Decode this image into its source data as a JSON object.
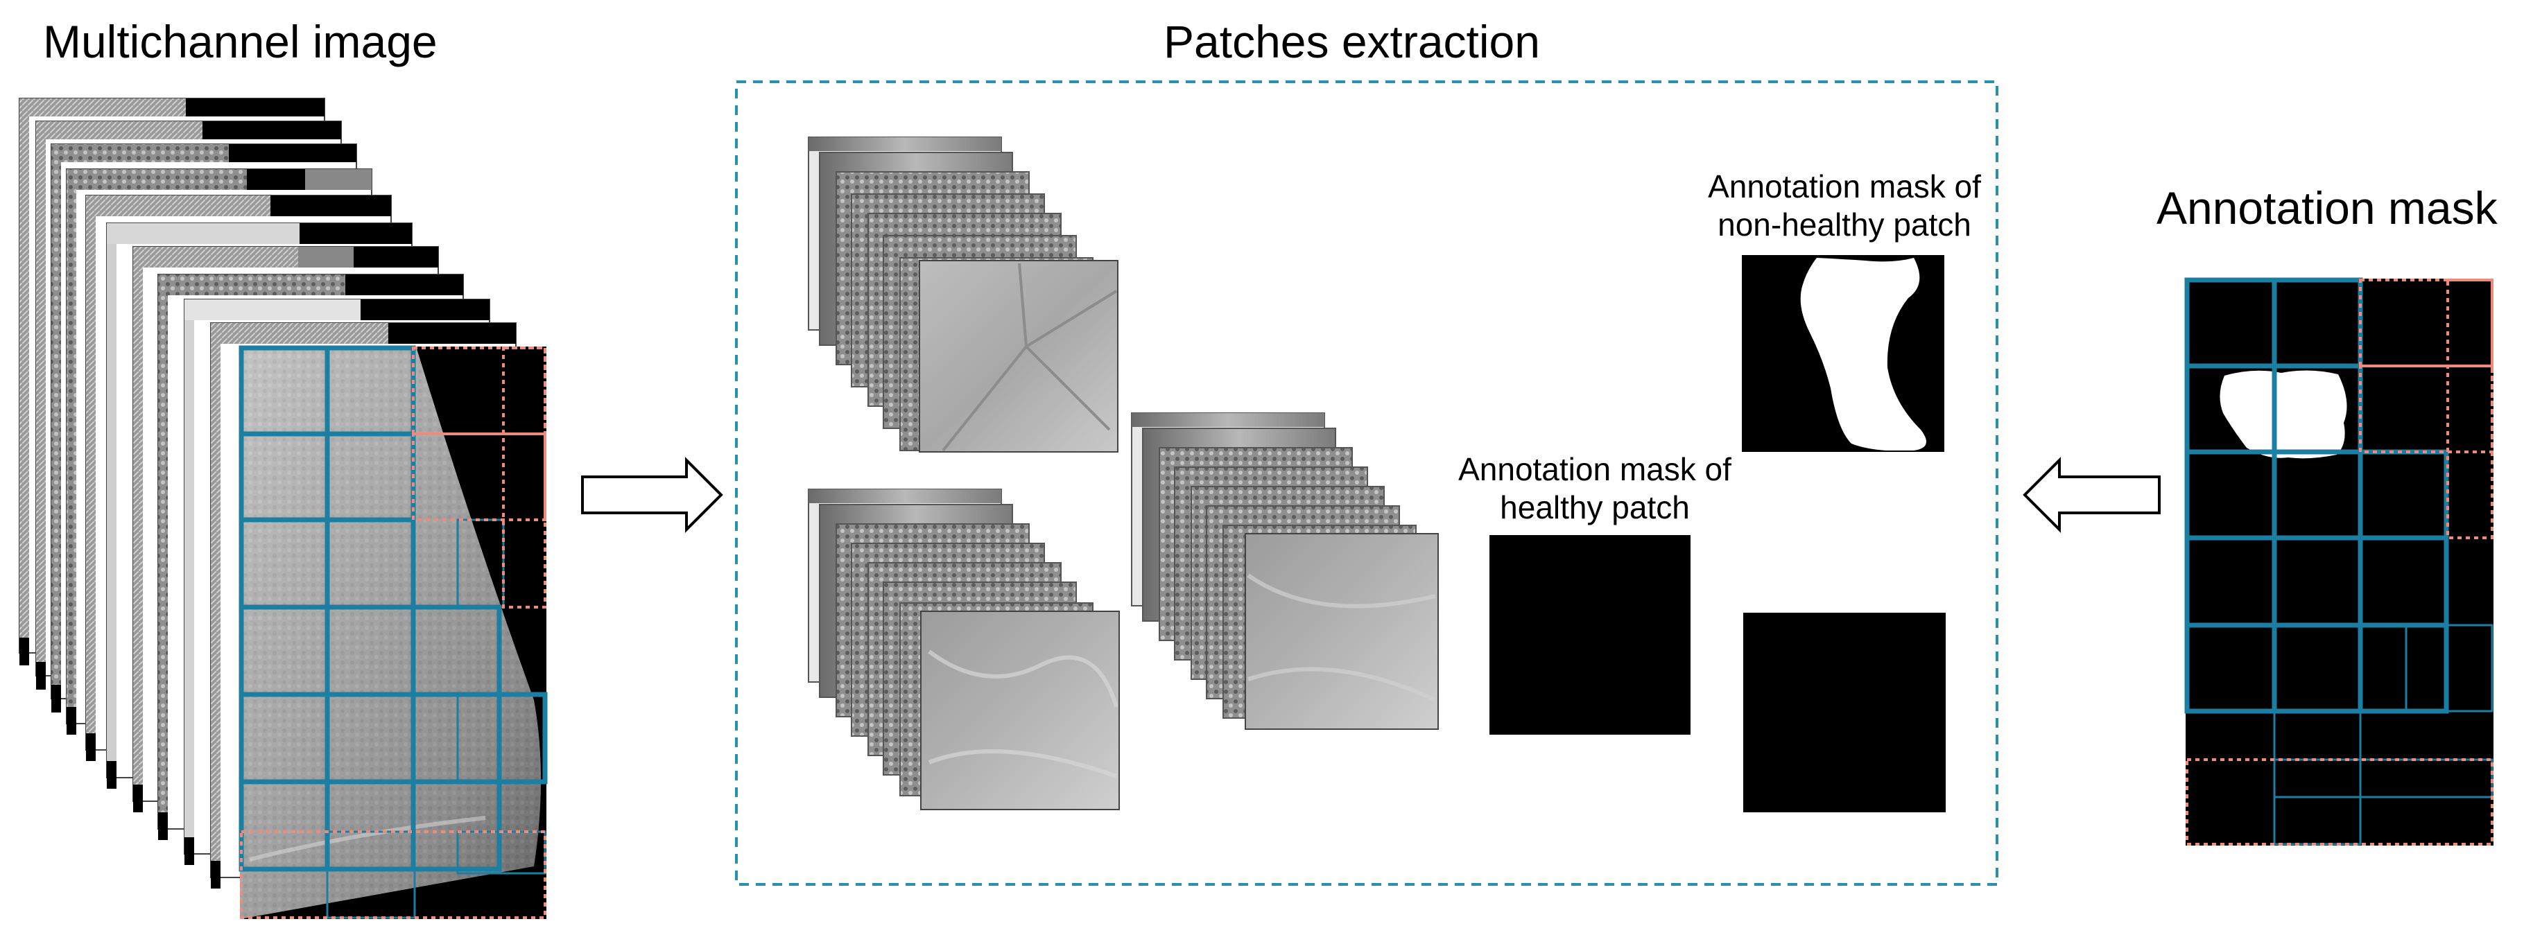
{
  "sections": {
    "multichannel_title": "Multichannel image",
    "patches_title": "Patches extraction",
    "mask_title": "Annotation mask"
  },
  "mask_labels": {
    "healthy": [
      "Annotation mask of",
      "healthy patch"
    ],
    "non_healthy": [
      "Annotation mask of",
      "non-healthy patch"
    ]
  },
  "colors": {
    "grid_blue": "#1b7fa3",
    "grid_red_dotted": "#f08a7a",
    "dashed_frame": "#2a90b0",
    "mask_black": "#000000",
    "mask_white": "#ffffff"
  },
  "arrows": [
    {
      "direction": "right",
      "meaning": "multichannel image to patches"
    },
    {
      "direction": "left",
      "meaning": "annotation mask to patches"
    }
  ]
}
